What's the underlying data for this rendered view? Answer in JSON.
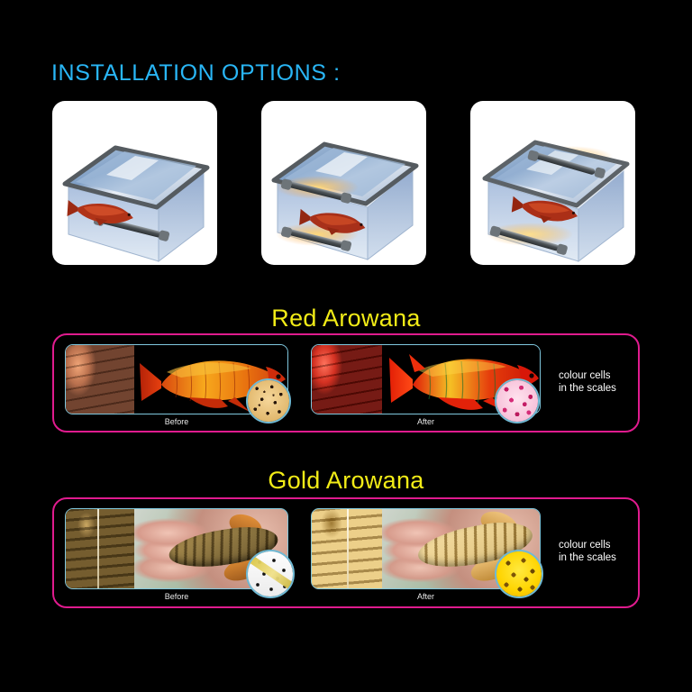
{
  "page": {
    "background": "#000000",
    "heading": "INSTALLATION OPTIONS :",
    "heading_color": "#29b6f6"
  },
  "install_options": {
    "cards": [
      {
        "id": "option-1",
        "alt": "aquarium with single light bar mounted horizontally in mid water",
        "light_bars": 1,
        "lights_on": false
      },
      {
        "id": "option-2",
        "alt": "aquarium with two light bars mounted on the left side wall",
        "light_bars": 2,
        "lights_on": true
      },
      {
        "id": "option-3",
        "alt": "aquarium with one light bar under the lid and one at the bottom",
        "light_bars": 2,
        "lights_on": true
      }
    ]
  },
  "sections": [
    {
      "id": "red-arowana",
      "title": "Red Arowana",
      "title_color": "#f2ec17",
      "border_color": "#e01b8e",
      "caption_line1": "colour cells",
      "caption_line2": "in the scales",
      "panels": [
        {
          "id": "before",
          "label": "Before",
          "cell_inset": "tan-spotted-cells"
        },
        {
          "id": "after",
          "label": "After",
          "cell_inset": "pink-red-cells"
        }
      ]
    },
    {
      "id": "gold-arowana",
      "title": "Gold Arowana",
      "title_color": "#f2ec17",
      "border_color": "#e01b8e",
      "caption_line1": "colour cells",
      "caption_line2": "in the scales",
      "panels": [
        {
          "id": "before",
          "label": "Before",
          "cell_inset": "white-black-speckled-cells"
        },
        {
          "id": "after",
          "label": "After",
          "cell_inset": "bright-yellow-cells"
        }
      ]
    }
  ]
}
